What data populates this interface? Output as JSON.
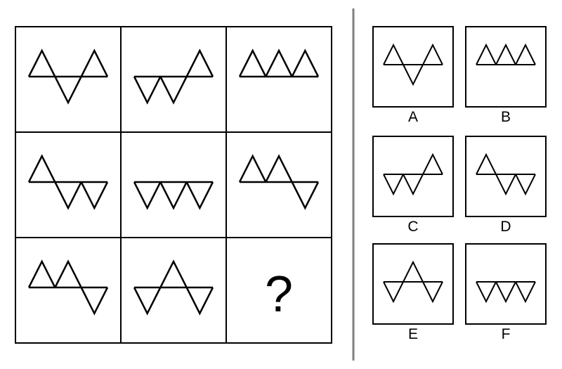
{
  "puzzle": {
    "question_mark": "?",
    "grid": [
      [
        "up",
        "down",
        "up"
      ],
      [
        "down",
        "down",
        "up"
      ],
      [
        "up",
        "up",
        "up"
      ],
      [
        "up",
        "down",
        "down"
      ],
      [
        "down",
        "down",
        "down"
      ],
      [
        "up",
        "up",
        "down"
      ],
      [
        "up",
        "up",
        "down"
      ],
      [
        "down",
        "up",
        "down"
      ]
    ],
    "options": [
      {
        "label": "A",
        "pattern": [
          "up",
          "down",
          "up"
        ]
      },
      {
        "label": "B",
        "pattern": [
          "up",
          "up",
          "up"
        ]
      },
      {
        "label": "C",
        "pattern": [
          "down",
          "down",
          "up"
        ]
      },
      {
        "label": "D",
        "pattern": [
          "up",
          "down",
          "down"
        ]
      },
      {
        "label": "E",
        "pattern": [
          "down",
          "up",
          "down"
        ]
      },
      {
        "label": "F",
        "pattern": [
          "down",
          "down",
          "down"
        ]
      }
    ]
  },
  "colors": {
    "line": "#000000",
    "divider": "#808080",
    "background": "#ffffff"
  }
}
